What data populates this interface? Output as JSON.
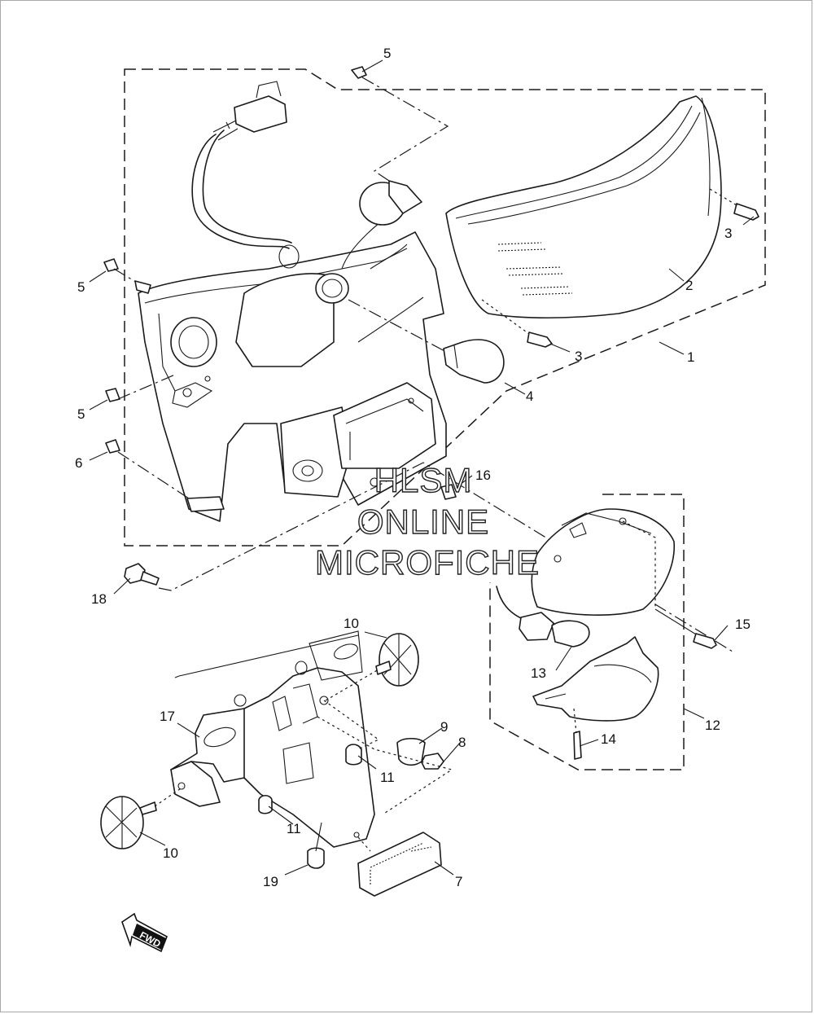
{
  "watermark": {
    "line1": "HLSM",
    "line2": "ONLINE",
    "line3": "MICROFICHE"
  },
  "direction_arrow": {
    "label": "FWD"
  },
  "callouts": {
    "c1": "1",
    "c2": "2",
    "c3a": "3",
    "c3b": "3",
    "c4": "4",
    "c5a": "5",
    "c5b": "5",
    "c5c": "5",
    "c6": "6",
    "c7": "7",
    "c8": "8",
    "c9": "9",
    "c10a": "10",
    "c10b": "10",
    "c11a": "11",
    "c11b": "11",
    "c12": "12",
    "c13": "13",
    "c14": "14",
    "c15": "15",
    "c16": "16",
    "c17": "17",
    "c18": "18",
    "c19": "19"
  }
}
